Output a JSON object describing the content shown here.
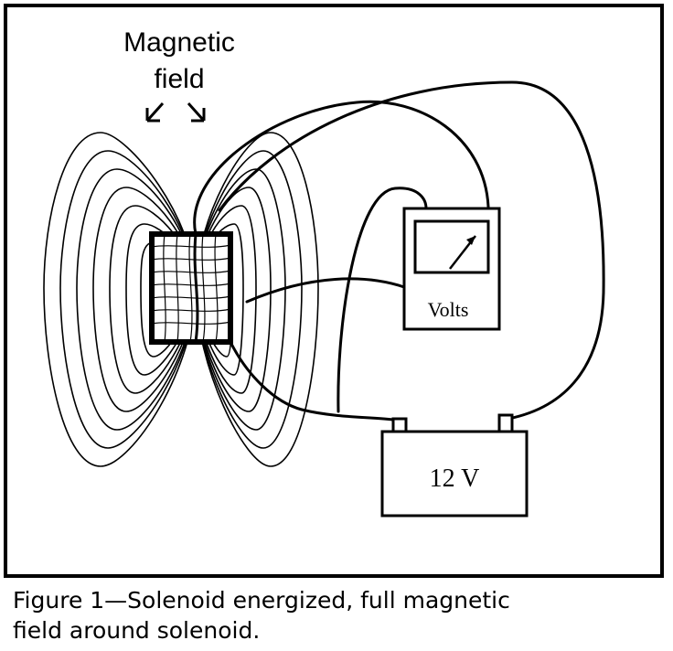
{
  "diagram": {
    "label_field_line1": "Magnetic",
    "label_field_line2": "field",
    "meter_label": "Volts",
    "battery_label": "12 V"
  },
  "caption": {
    "line1": "Figure 1—Solenoid energized, full magnetic",
    "line2": "field around solenoid."
  },
  "colors": {
    "ink": "#000000",
    "paper": "#ffffff"
  },
  "icons": [
    "arrow-down-left-icon",
    "arrow-down-right-icon"
  ]
}
